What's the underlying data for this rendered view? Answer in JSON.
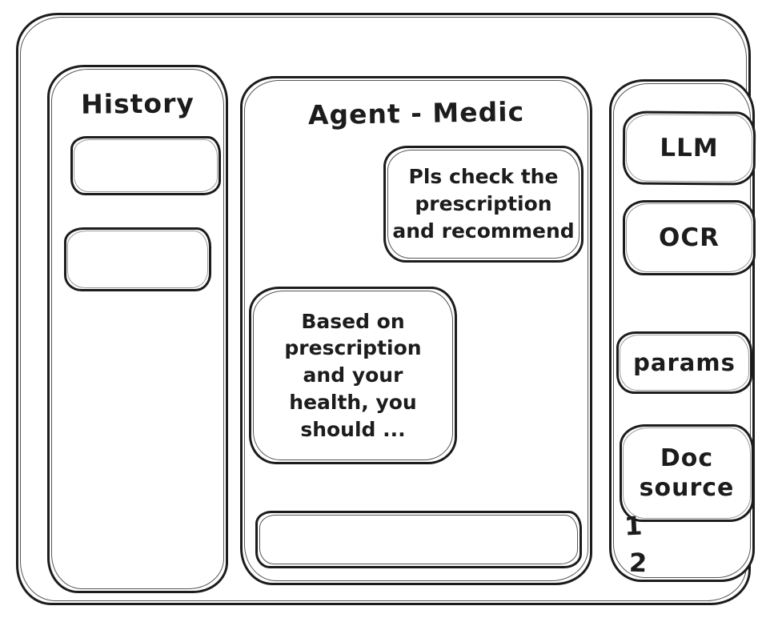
{
  "meta": {
    "style": {
      "ink": "#1c1c1c",
      "background": "#ffffff"
    }
  },
  "history_panel": {
    "title": "History",
    "items": [
      {
        "label": ""
      },
      {
        "label": ""
      }
    ]
  },
  "chat_panel": {
    "title": "Agent - Medic",
    "messages": [
      {
        "role": "user",
        "text": "Pls check the\nprescription\nand recommend"
      },
      {
        "role": "assistant",
        "text": "Based on\nprescription\nand your\nhealth, you\nshould ..."
      }
    ],
    "input": {
      "value": "",
      "placeholder": ""
    }
  },
  "tools_panel": {
    "buttons": [
      {
        "label": "LLM"
      },
      {
        "label": "OCR"
      },
      {
        "label": "params"
      },
      {
        "label": "Doc\nsource"
      }
    ],
    "doc_source_items": [
      "1",
      "2"
    ]
  }
}
